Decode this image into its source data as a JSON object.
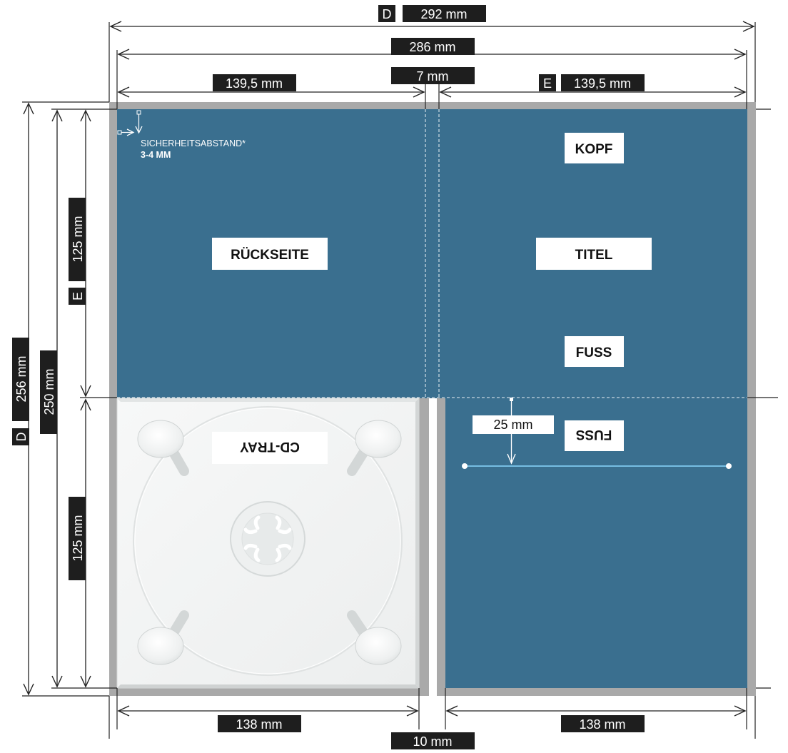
{
  "dimensions": {
    "total_width": "292 mm",
    "total_width_marker": "D",
    "inner_width": "286 mm",
    "left_panel_width": "139,5 mm",
    "spine_width": "7 mm",
    "right_panel_width": "139,5 mm",
    "right_panel_marker": "E",
    "total_height": "256 mm",
    "total_height_marker": "D",
    "inner_height": "250 mm",
    "upper_height": "125 mm",
    "upper_height_marker": "E",
    "lower_height": "125 mm",
    "bottom_left_width": "138 mm",
    "bottom_gap": "10 mm",
    "bottom_right_width": "138 mm",
    "fuss_offset": "25 mm"
  },
  "safety": {
    "title": "SICHERHEITSABSTAND*",
    "value": "3-4 MM"
  },
  "panels": {
    "back": "RÜCKSEITE",
    "head": "KOPF",
    "title": "TITEL",
    "foot": "FUSS",
    "foot_flipped": "FUSS",
    "tray": "CD-TRAY"
  },
  "colors": {
    "panel": "#3a6f8f",
    "frame": "#a9a9a9",
    "label_box": "#1e1e1e",
    "tray": "#f4f5f5",
    "guide_line": "#7fc8ee"
  }
}
